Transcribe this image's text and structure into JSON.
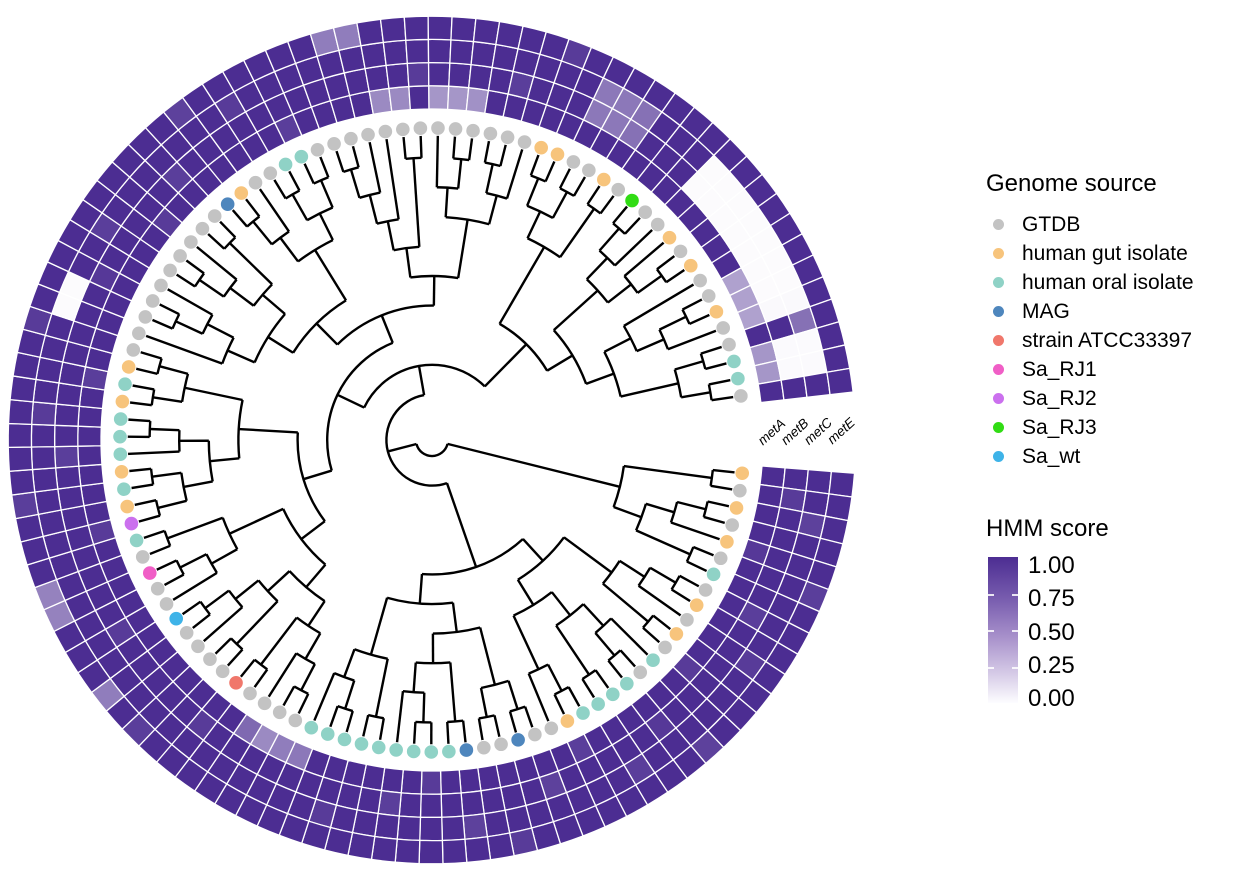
{
  "figure": {
    "background": "#ffffff",
    "tree_line_color": "#000000",
    "grid_color": "#ffffff"
  },
  "chart_data": {
    "type": "heatmap",
    "subtype": "circular-phylogenetic-tree-with-heatmap-rings",
    "genes": [
      "metA",
      "metB",
      "metC",
      "metE"
    ],
    "scale": {
      "name": "HMM score",
      "low_color": "#ffffff",
      "high_color": "#4c2d92",
      "domain": [
        0,
        1
      ]
    },
    "legend_genome": {
      "title": "Genome source",
      "items": [
        {
          "key": "gtdb",
          "label": "GTDB",
          "color": "#c3c3c3"
        },
        {
          "key": "hgut",
          "label": "human gut isolate",
          "color": "#f7c47c"
        },
        {
          "key": "oral",
          "label": "human oral isolate",
          "color": "#8fd2c6"
        },
        {
          "key": "mag",
          "label": "MAG",
          "color": "#4e86bd"
        },
        {
          "key": "atcc",
          "label": "strain ATCC33397",
          "color": "#f0776b"
        },
        {
          "key": "sarj1",
          "label": "Sa_RJ1",
          "color": "#f05ec6"
        },
        {
          "key": "sarj2",
          "label": "Sa_RJ2",
          "color": "#cb70ee"
        },
        {
          "key": "sarj3",
          "label": "Sa_RJ3",
          "color": "#31dc14"
        },
        {
          "key": "sawt",
          "label": "Sa_wt",
          "color": "#3eb3e8"
        }
      ]
    },
    "legend_hmm": {
      "title": "HMM score",
      "tick_labels": [
        "1.00",
        "0.75",
        "0.50",
        "0.25",
        "0.00"
      ],
      "tick_values": [
        1.0,
        0.75,
        0.5,
        0.25,
        0.0
      ]
    },
    "tip_sources": [
      "hgut",
      "gtdb",
      "hgut",
      "gtdb",
      "hgut",
      "gtdb",
      "oral",
      "gtdb",
      "hgut",
      "gtdb",
      "hgut",
      "gtdb",
      "oral",
      "gtdb",
      "oral",
      "oral",
      "oral",
      "oral",
      "hgut",
      "gtdb",
      "gtdb",
      "mag",
      "gtdb",
      "gtdb",
      "mag",
      "oral",
      "oral",
      "oral",
      "oral",
      "oral",
      "oral",
      "oral",
      "oral",
      "oral",
      "gtdb",
      "gtdb",
      "gtdb",
      "gtdb",
      "atcc",
      "gtdb",
      "gtdb",
      "gtdb",
      "gtdb",
      "sawt",
      "gtdb",
      "gtdb",
      "sarj1",
      "gtdb",
      "oral",
      "sarj2",
      "hgut",
      "oral",
      "hgut",
      "oral",
      "oral",
      "oral",
      "hgut",
      "oral",
      "hgut",
      "gtdb",
      "gtdb",
      "gtdb",
      "gtdb",
      "gtdb",
      "gtdb",
      "gtdb",
      "gtdb",
      "gtdb",
      "gtdb",
      "mag",
      "hgut",
      "gtdb",
      "gtdb",
      "oral",
      "oral",
      "gtdb",
      "gtdb",
      "gtdb",
      "gtdb",
      "gtdb",
      "gtdb",
      "gtdb",
      "gtdb",
      "gtdb",
      "gtdb",
      "gtdb",
      "gtdb",
      "gtdb",
      "hgut",
      "hgut",
      "gtdb",
      "gtdb",
      "hgut",
      "gtdb",
      "sarj3",
      "gtdb",
      "gtdb",
      "hgut",
      "gtdb",
      "hgut",
      "gtdb",
      "gtdb",
      "hgut",
      "gtdb",
      "gtdb",
      "oral",
      "oral",
      "gtdb"
    ],
    "hmm_scores": [
      [
        1,
        1,
        1,
        1
      ],
      [
        1,
        0.95,
        1,
        1
      ],
      [
        1,
        1,
        0.93,
        1
      ],
      [
        1,
        1,
        1,
        1
      ],
      [
        0.96,
        1,
        1,
        1
      ],
      [
        1,
        1,
        1,
        0.94
      ],
      [
        1,
        1,
        1,
        1
      ],
      [
        1,
        0.94,
        1,
        1
      ],
      [
        1,
        1,
        1,
        1
      ],
      [
        1,
        1,
        0.95,
        1
      ],
      [
        1,
        1,
        1,
        1
      ],
      [
        0.95,
        1,
        1,
        1
      ],
      [
        1,
        1,
        1,
        1
      ],
      [
        1,
        1,
        1,
        0.93
      ],
      [
        1,
        0.96,
        1,
        1
      ],
      [
        1,
        1,
        1,
        1
      ],
      [
        1,
        1,
        0.94,
        1
      ],
      [
        1,
        1,
        1,
        1
      ],
      [
        0.94,
        1,
        1,
        1
      ],
      [
        1,
        1,
        1,
        1
      ],
      [
        1,
        0.93,
        1,
        1
      ],
      [
        1,
        1,
        1,
        1
      ],
      [
        1,
        1,
        1,
        0.95
      ],
      [
        1,
        1,
        1,
        1
      ],
      [
        1,
        1,
        0.93,
        1
      ],
      [
        1,
        1,
        1,
        1
      ],
      [
        0.95,
        1,
        1,
        1
      ],
      [
        1,
        1,
        1,
        1
      ],
      [
        1,
        0.94,
        1,
        1
      ],
      [
        1,
        1,
        1,
        1
      ],
      [
        1,
        1,
        1,
        1
      ],
      [
        1,
        1,
        0.95,
        1
      ],
      [
        1,
        1,
        1,
        1
      ],
      [
        0.72,
        1,
        1,
        1
      ],
      [
        0.7,
        1,
        1,
        1
      ],
      [
        0.65,
        1,
        1,
        1
      ],
      [
        0.78,
        1,
        1,
        1
      ],
      [
        1,
        1,
        1,
        1
      ],
      [
        1,
        0.95,
        1,
        1
      ],
      [
        1,
        1,
        1,
        1
      ],
      [
        1,
        1,
        1,
        0.94
      ],
      [
        1,
        1,
        1,
        1
      ],
      [
        1,
        1,
        1,
        0.7
      ],
      [
        1,
        1,
        1,
        1
      ],
      [
        1,
        0.95,
        1,
        1
      ],
      [
        1,
        1,
        1,
        1
      ],
      [
        1,
        1,
        1,
        0.68
      ],
      [
        1,
        1,
        1,
        0.68
      ],
      [
        1,
        1,
        1,
        1
      ],
      [
        0.95,
        1,
        1,
        1
      ],
      [
        1,
        1,
        1,
        1
      ],
      [
        1,
        1,
        1,
        0.94
      ],
      [
        1,
        1,
        1,
        1
      ],
      [
        1,
        0.94,
        1,
        1
      ],
      [
        1,
        1,
        1,
        1
      ],
      [
        1,
        1,
        0.95,
        1
      ],
      [
        1,
        1,
        1,
        1
      ],
      [
        0.94,
        1,
        1,
        1
      ],
      [
        1,
        1,
        1,
        1
      ],
      [
        1,
        1,
        1,
        0.95
      ],
      [
        1,
        1,
        0.05,
        1
      ],
      [
        1,
        1,
        0.05,
        1
      ],
      [
        1,
        0.96,
        1,
        1
      ],
      [
        1,
        1,
        1,
        1
      ],
      [
        1,
        1,
        0.94,
        1
      ],
      [
        1,
        1,
        1,
        1
      ],
      [
        0.95,
        1,
        1,
        1
      ],
      [
        1,
        1,
        1,
        1
      ],
      [
        1,
        0.94,
        1,
        1
      ],
      [
        1,
        1,
        1,
        1
      ],
      [
        1,
        1,
        1,
        0.93
      ],
      [
        1,
        1,
        1,
        1
      ],
      [
        1,
        1,
        0.95,
        1
      ],
      [
        1,
        1,
        1,
        1
      ],
      [
        0.94,
        1,
        1,
        1
      ],
      [
        1,
        1,
        1,
        1
      ],
      [
        1,
        1,
        1,
        1
      ],
      [
        1,
        1,
        1,
        0.7
      ],
      [
        1,
        1,
        1,
        0.7
      ],
      [
        0.65,
        1,
        1,
        1
      ],
      [
        0.65,
        1,
        1,
        1
      ],
      [
        1,
        0.95,
        1,
        1
      ],
      [
        0.6,
        1,
        1,
        1
      ],
      [
        0.6,
        1,
        1,
        1
      ],
      [
        0.62,
        1,
        1,
        1
      ],
      [
        1,
        1,
        1,
        1
      ],
      [
        1,
        0.94,
        1,
        1
      ],
      [
        1,
        1,
        1,
        1
      ],
      [
        1,
        1,
        1,
        0.95
      ],
      [
        1,
        1,
        1,
        1
      ],
      [
        1,
        0.72,
        0.72,
        1
      ],
      [
        1,
        0.72,
        0.72,
        1
      ],
      [
        1,
        0.75,
        0.75,
        1
      ],
      [
        1,
        1,
        1,
        1
      ],
      [
        1,
        1,
        1,
        1
      ],
      [
        1,
        1,
        1,
        1
      ],
      [
        1,
        0.05,
        0.05,
        1
      ],
      [
        1,
        0.05,
        0.05,
        1
      ],
      [
        1,
        0.05,
        0.05,
        1
      ],
      [
        1,
        0.05,
        0.05,
        1
      ],
      [
        1,
        0.05,
        0.05,
        1
      ],
      [
        0.55,
        0.05,
        0.05,
        1
      ],
      [
        0.55,
        0.05,
        0.05,
        1
      ],
      [
        0.55,
        0.07,
        0.07,
        1
      ],
      [
        1,
        1,
        0.75,
        1
      ],
      [
        0.6,
        0.06,
        0.06,
        1
      ],
      [
        0.6,
        0.06,
        0.06,
        1
      ],
      [
        1,
        1,
        1,
        1
      ]
    ]
  }
}
